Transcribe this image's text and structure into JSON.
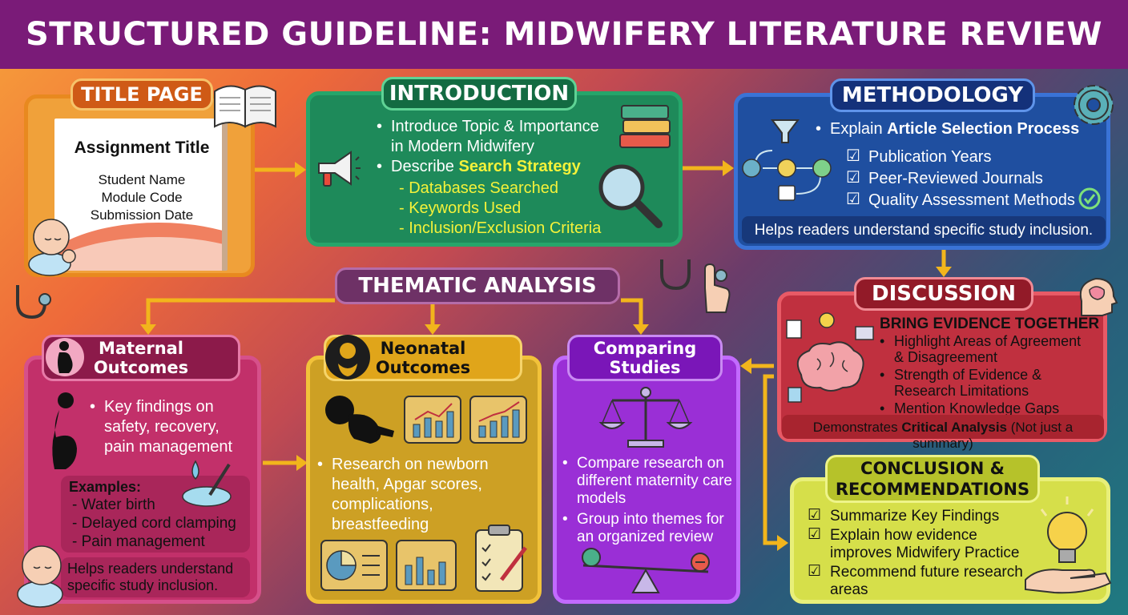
{
  "header": {
    "title": "STRUCTURED GUIDELINE: MIDWIFERY LITERATURE REVIEW"
  },
  "title_page": {
    "heading": "TITLE PAGE",
    "doc_title": "Assignment Title",
    "fields": [
      "Student Name",
      "Module Code",
      "Submission Date"
    ]
  },
  "introduction": {
    "heading": "INTRODUCTION",
    "bullet1": "Introduce Topic & Importance in Modern Midwifery",
    "bullet2_prefix": "Describe ",
    "bullet2_highlight": "Search Strategy",
    "sub_items": [
      "- Databases Searched",
      "- Keywords Used",
      "- Inclusion/Exclusion Criteria"
    ]
  },
  "methodology": {
    "heading": "METHODOLOGY",
    "bullet_prefix": "Explain ",
    "bullet_bold": "Article Selection Process",
    "checks": [
      "Publication Years",
      "Peer-Reviewed Journals",
      "Quality Assessment Methods"
    ],
    "footer": "Helps readers understand specific study inclusion."
  },
  "thematic": {
    "heading": "THEMATIC ANALYSIS"
  },
  "maternal": {
    "heading_line1": "Maternal",
    "heading_line2": "Outcomes",
    "bullet": "Key findings on safety, recovery, pain management",
    "examples_label": "Examples:",
    "examples": [
      "- Water birth",
      "- Delayed cord clamping",
      "- Pain management"
    ],
    "footer": "Helps readers understand specific study inclusion."
  },
  "neonatal": {
    "heading_line1": "Neonatal",
    "heading_line2": "Outcomes",
    "bullet": "Research on newborn health, Apgar scores, complications, breastfeeding"
  },
  "comparing": {
    "heading_line1": "Comparing",
    "heading_line2": "Studies",
    "bullet1": "Compare research on different maternity care models",
    "bullet2": "Group into themes for an organized review"
  },
  "discussion": {
    "heading": "DISCUSSION",
    "subheading": "BRING EVIDENCE TOGETHER",
    "bullets": [
      "Highlight Areas of Agreement & Disagreement",
      "Strength of Evidence & Research Limitations",
      "Mention Knowledge Gaps"
    ],
    "footer_prefix": "Demonstrates ",
    "footer_bold": "Critical Analysis",
    "footer_suffix": " (Not just a summary)"
  },
  "conclusion": {
    "heading_line1": "CONCLUSION &",
    "heading_line2": "RECOMMENDATIONS",
    "checks": [
      "Summarize Key Findings",
      "Explain how evidence improves Midwifery Practice",
      "Recommend future research areas"
    ]
  },
  "colors": {
    "banner": "#7a1b78",
    "title_page": "#e8891f",
    "introduction": "#1e8a5a",
    "methodology": "#1f4fa0",
    "discussion": "#c0303f",
    "maternal": "#c2306a",
    "neonatal": "#e0a51a",
    "comparing": "#9a2fd6",
    "conclusion": "#d6df4a",
    "highlight": "#f4f23a",
    "arrow": "#f2b51c"
  },
  "icons": [
    "open-book-icon",
    "books-stack-icon",
    "megaphone-icon",
    "magnifier-icon",
    "gear-icon",
    "funnel-icon",
    "calendar-icon",
    "check-circle-icon",
    "brain-icon",
    "head-icon",
    "lightbulb-icon",
    "stethoscope-icon",
    "hand-pointer-icon",
    "pregnant-silhouette-icon",
    "baby-icon",
    "fetus-icon",
    "bar-chart-icon",
    "pie-chart-icon",
    "clipboard-icon",
    "scale-icon",
    "seesaw-icon",
    "hand-bulb-icon",
    "water-drop-icon"
  ]
}
